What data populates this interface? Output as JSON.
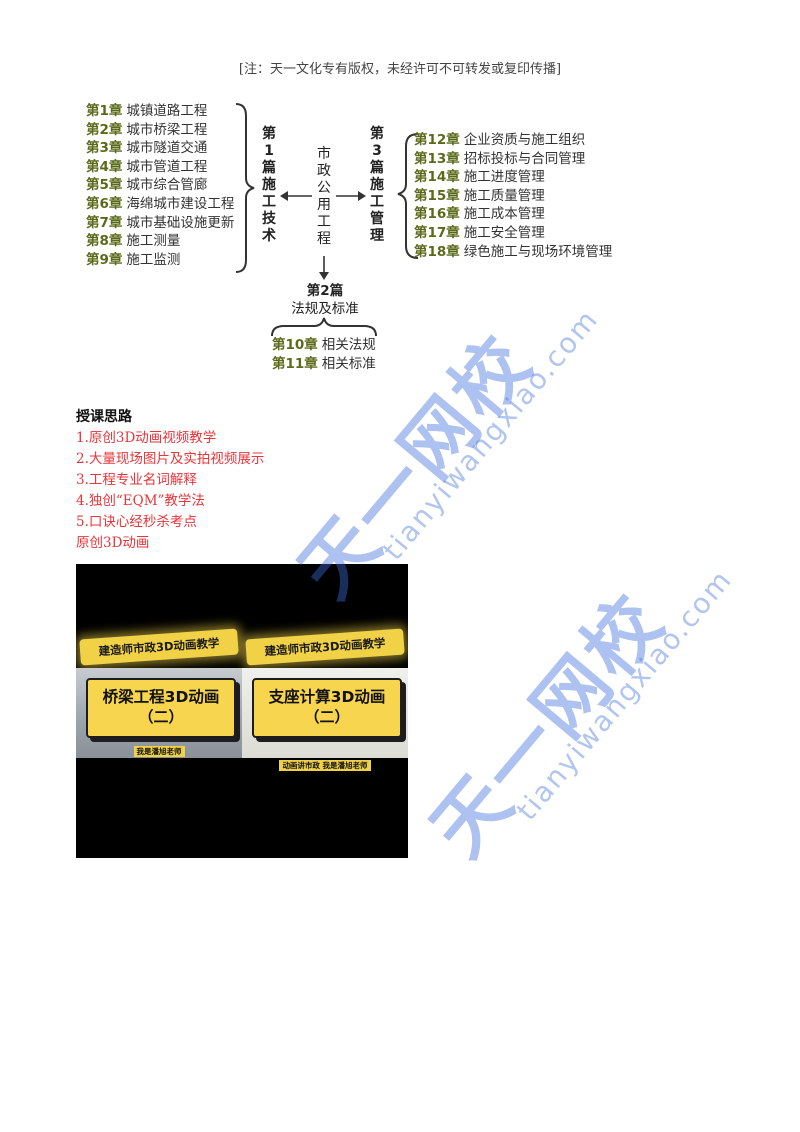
{
  "header": {
    "copyright_note": "[注：天一文化专有版权，未经许可不可转发或复印传播]"
  },
  "diagram": {
    "center_label": "市政公用工程",
    "part1": {
      "label": "第1篇施工技术",
      "chapters": [
        {
          "num": "第1章",
          "title": "城镇道路工程"
        },
        {
          "num": "第2章",
          "title": "城市桥梁工程"
        },
        {
          "num": "第3章",
          "title": "城市隧道交通"
        },
        {
          "num": "第4章",
          "title": "城市管道工程"
        },
        {
          "num": "第5章",
          "title": "城市综合管廊"
        },
        {
          "num": "第6章",
          "title": "海绵城市建设工程"
        },
        {
          "num": "第7章",
          "title": "城市基础设施更新"
        },
        {
          "num": "第8章",
          "title": "施工测量"
        },
        {
          "num": "第9章",
          "title": "施工监测"
        }
      ]
    },
    "part3": {
      "label": "第3篇施工管理",
      "chapters": [
        {
          "num": "第12章",
          "title": "企业资质与施工组织"
        },
        {
          "num": "第13章",
          "title": "招标投标与合同管理"
        },
        {
          "num": "第14章",
          "title": "施工进度管理"
        },
        {
          "num": "第15章",
          "title": "施工质量管理"
        },
        {
          "num": "第16章",
          "title": "施工成本管理"
        },
        {
          "num": "第17章",
          "title": "施工安全管理"
        },
        {
          "num": "第18章",
          "title": "绿色施工与现场环境管理"
        }
      ]
    },
    "part2": {
      "label": "第2篇",
      "sublabel": "法规及标准",
      "chapters": [
        {
          "num": "第10章",
          "title": "相关法规"
        },
        {
          "num": "第11章",
          "title": "相关标准"
        }
      ]
    }
  },
  "teaching": {
    "heading": "授课思路",
    "points": [
      "1.原创3D动画视频教学",
      "2.大量现场图片及实拍视频展示",
      "3.工程专业名词解释",
      "4.独创“EQM”教学法",
      "5.口诀心经秒杀考点",
      "原创3D动画"
    ]
  },
  "video": {
    "left": {
      "banner": "建造师市政3D动画教学",
      "title_line1": "桥梁工程3D动画",
      "title_line2": "（二）",
      "tagline": "我是潘旭老师"
    },
    "right": {
      "banner": "建造师市政3D动画教学",
      "title_line1": "支座计算3D动画",
      "title_line2": "（二）",
      "tagline": "动画讲市政 我是潘旭老师"
    }
  },
  "watermark": {
    "brand_cn": "天一网校",
    "brand_url": "tianyiwangxiao.com",
    "color": "#3c6edc"
  }
}
